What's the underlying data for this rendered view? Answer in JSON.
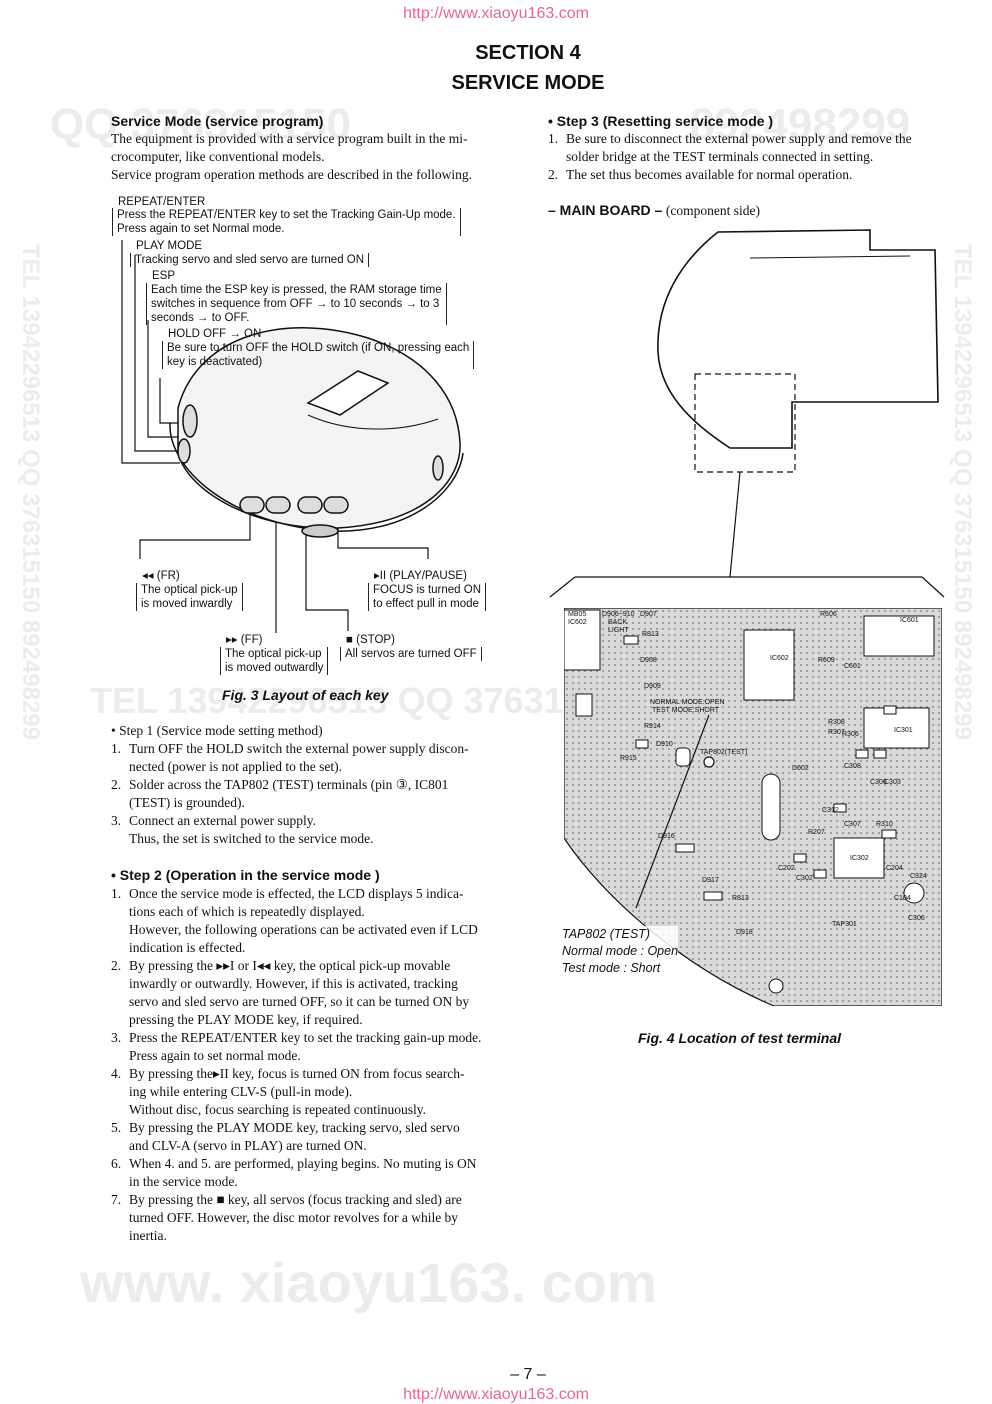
{
  "header": {
    "url_top": "http://www.xiaoyu163.com",
    "url_bottom": "http://www.xiaoyu163.com"
  },
  "title": {
    "line1": "SECTION 4",
    "line2": "SERVICE MODE"
  },
  "watermarks": {
    "top_left": "QQ  376315150",
    "top_right": "892498299",
    "mid": "TEL  13942296513      QQ  376315150",
    "bottom": "www. xiaoyu163. com",
    "side": "TEL  13942296513   QQ  376315150   892498299"
  },
  "left": {
    "heading": "Service Mode (service program)",
    "intro": [
      "The equipment is provided with a service program built in the mi-",
      "crocomputer, like conventional models.",
      "Service program operation methods are described in the following."
    ],
    "fig3": {
      "repeat_title": "REPEAT/ENTER",
      "repeat_desc": [
        "Press the REPEAT/ENTER key to set the Tracking Gain-Up mode.",
        "Press again to set Normal mode."
      ],
      "play_title": "PLAY MODE",
      "play_desc": "Tracking servo and sled servo are turned ON",
      "esp_title": "ESP",
      "esp_desc": [
        "Each time the ESP key is pressed, the RAM storage time",
        "switches in sequence from OFF → to 10 seconds → to 3",
        "seconds → to OFF."
      ],
      "hold_title": "HOLD OFF → ON",
      "hold_desc": [
        "Be sure to turn OFF the HOLD switch (if ON, pressing each",
        "key is deactivated)"
      ],
      "fr_title": "◂◂ (FR)",
      "fr_desc": [
        "The optical pick-up",
        "is moved inwardly"
      ],
      "pp_title": "▸II (PLAY/PAUSE)",
      "pp_desc": [
        "FOCUS is turned ON",
        "to effect pull in mode"
      ],
      "ff_title": "▸▸ (FF)",
      "ff_desc": [
        "The optical pick-up",
        "is moved outwardly"
      ],
      "stop_title": "■ (STOP)",
      "stop_desc": "All servos are turned OFF",
      "caption": "Fig. 3 Layout of each key"
    },
    "step1_heading": "• Step 1 (Service mode setting method)",
    "step1": [
      {
        "n": "1.",
        "lines": [
          "Turn OFF the HOLD switch the external power supply discon-",
          "nected (power is not applied to the set)."
        ]
      },
      {
        "n": "2.",
        "lines": [
          "Solder across the TAP802 (TEST) terminals (pin ③, IC801",
          "(TEST) is grounded)."
        ]
      },
      {
        "n": "3.",
        "lines": [
          "Connect an external power supply.",
          "Thus, the set is switched to the service mode."
        ]
      }
    ],
    "step2_heading": "• Step 2 (Operation in the service mode )",
    "step2": [
      {
        "n": "1.",
        "lines": [
          "Once the service mode is effected, the LCD displays 5 indica-",
          "tions each of which is repeatedly displayed.",
          "However, the following operations can be activated even if LCD",
          "indication is effected."
        ]
      },
      {
        "n": "2.",
        "lines": [
          "By pressing the ▸▸I or I◂◂ key, the optical pick-up movable",
          "inwardly or outwardly. However, if this is activated, tracking",
          "servo and sled servo are turned OFF, so it can be turned ON by",
          "pressing the PLAY MODE key, if required."
        ]
      },
      {
        "n": "3.",
        "lines": [
          "Press the REPEAT/ENTER key to set the tracking gain-up mode.",
          "Press again to set normal mode."
        ]
      },
      {
        "n": "4.",
        "lines": [
          "By pressing the▸II key, focus is turned ON from focus search-",
          "ing while entering CLV-S (pull-in mode).",
          "Without disc, focus searching is repeated continuously."
        ]
      },
      {
        "n": "5.",
        "lines": [
          "By pressing the PLAY MODE key, tracking servo, sled servo",
          "and CLV-A (servo in PLAY) are turned ON."
        ]
      },
      {
        "n": "6.",
        "lines": [
          "When 4. and 5. are performed, playing begins. No muting is ON",
          "in the service mode."
        ]
      },
      {
        "n": "7.",
        "lines": [
          "By pressing the ■ key, all servos (focus tracking and sled) are",
          "turned OFF. However, the disc motor revolves for a while by",
          "inertia."
        ]
      }
    ]
  },
  "right": {
    "step3_heading": "• Step 3 (Resetting service mode )",
    "step3": [
      {
        "n": "1.",
        "lines": [
          "Be sure to disconnect the external power supply and remove the",
          "solder bridge at the TEST terminals connected in setting."
        ]
      },
      {
        "n": "2.",
        "lines": [
          "The set thus becomes available for normal operation."
        ]
      }
    ],
    "board_label": "– MAIN BOARD –",
    "board_side": "(component side)",
    "pcb": {
      "labels": [
        "MB05",
        "D906~910",
        "D907",
        "IC602",
        "BACK",
        "LIGHT",
        "R813",
        "R606",
        "IC601",
        "D908",
        "IC602",
        "R609",
        "C601",
        "D909",
        "NORMAL MODE:OPEN",
        "TEST MODE:SHORT",
        "R914",
        "D910",
        "TAP802(TEST)",
        "R308",
        "R307",
        "IC301",
        "R915",
        "D602",
        "C308",
        "R306",
        "C306",
        "C303",
        "C312",
        "C307",
        "R310",
        "R207",
        "D916",
        "IC302",
        "C202",
        "C302",
        "C204",
        "C324",
        "D917",
        "R813",
        "C104",
        "C306",
        "TAP301",
        "D918"
      ]
    },
    "tap_note": [
      "TAP802 (TEST)",
      "Normal mode : Open",
      "Test mode : Short"
    ],
    "caption": "Fig. 4 Location of test terminal"
  },
  "footer": {
    "page": "– 7 –"
  }
}
